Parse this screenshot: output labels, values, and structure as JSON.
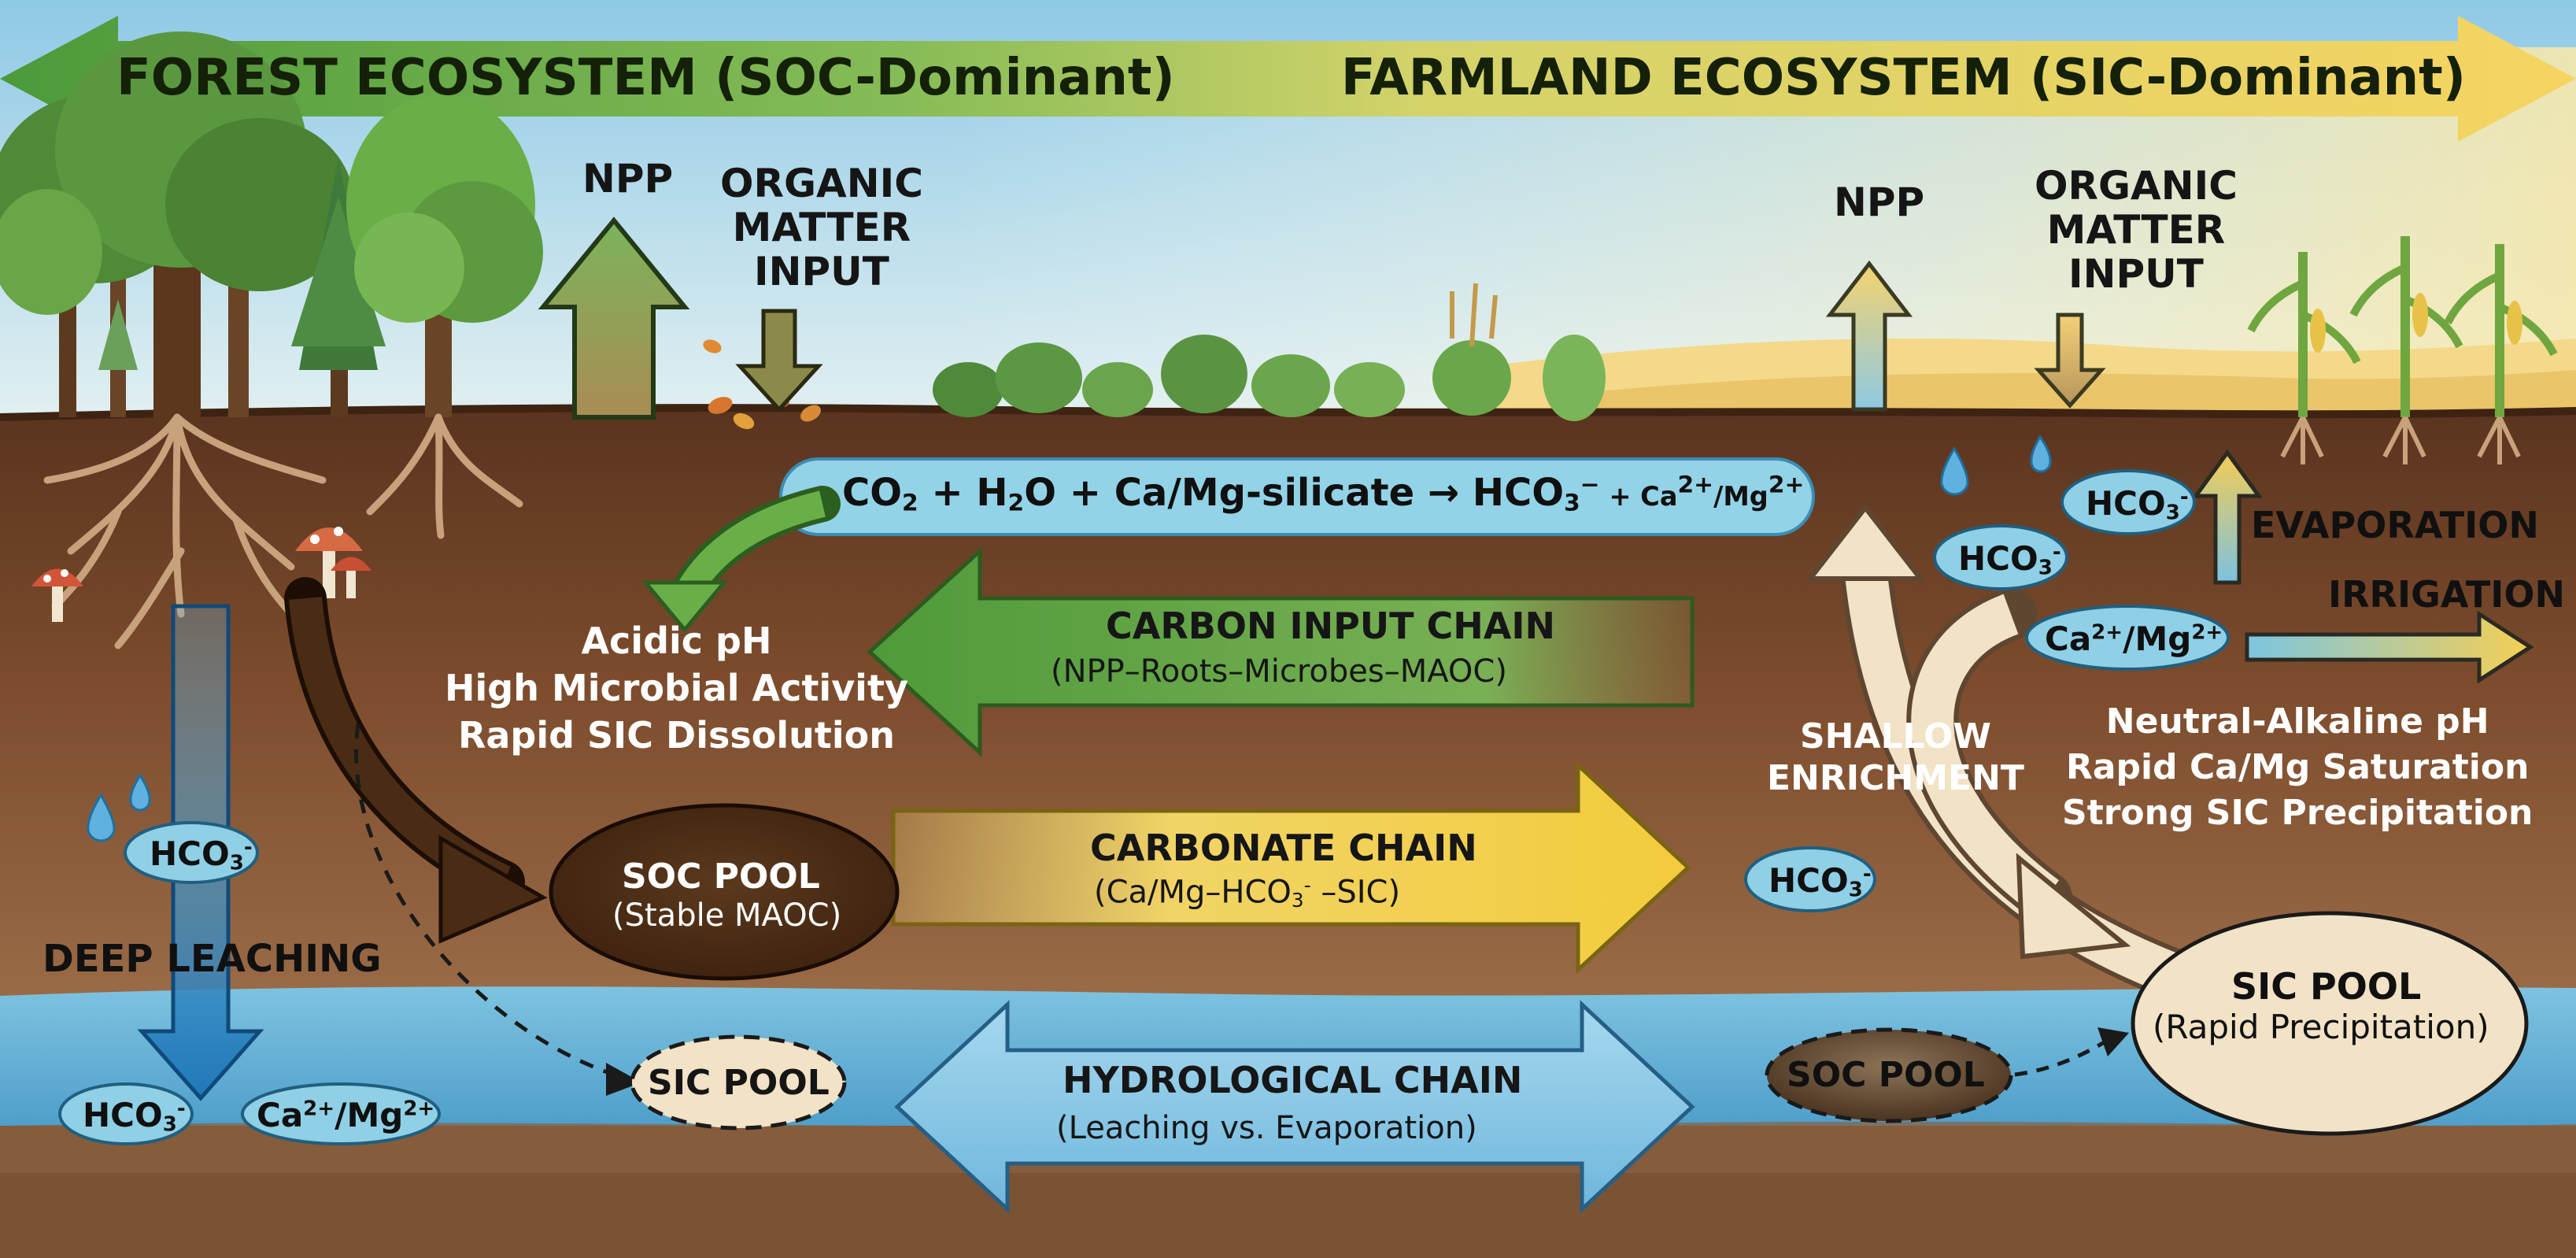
{
  "colors": {
    "forest_green": "#5f9a3b",
    "farm_yellow": "#f2cd5a",
    "soil_brown": "#6b4126",
    "water_blue": "#6bb6d6",
    "ion_fill": "#8fd0e6",
    "soc_pool_fill": "#4a2c14",
    "sic_pool_fill": "#f2e2c6"
  },
  "icons": [
    "tree-icon",
    "mushroom-icon",
    "water-drop-icon",
    "corn-plant-icon",
    "fallen-leaves-icon",
    "shrub-icon"
  ],
  "banner": {
    "left": "FOREST ECOSYSTEM (SOC-Dominant)",
    "right": "FARMLAND ECOSYSTEM (SIC-Dominant)"
  },
  "forest": {
    "npp": "NPP",
    "organic_input": "ORGANIC\nMATTER\nINPUT",
    "conditions": "Acidic pH\nHigh Microbial Activity\nRapid SIC Dissolution",
    "deep_leaching": "DEEP LEACHING",
    "hco3": "HCO",
    "cation": "Ca",
    "soc_pool": {
      "title": "SOC POOL",
      "subtitle": "(Stable MAOC)"
    },
    "sic_pool": "SIC POOL"
  },
  "reaction": {
    "co2": "CO",
    "plus_h2o": " + H",
    "o": "O + Ca/Mg-silicate → HCO",
    "minus": "−",
    "plus_ca": " + Ca",
    "tail": "/Mg"
  },
  "chains": {
    "carbon_input": {
      "title": "CARBON INPUT CHAIN",
      "subtitle": "(NPP–Roots–Microbes–MAOC)"
    },
    "carbonate": {
      "title": "CARBONATE CHAIN",
      "subtitle_a": "(Ca/Mg–HCO",
      "subtitle_b": " –SIC)"
    },
    "hydrological": {
      "title": "HYDROLOGICAL CHAIN",
      "subtitle": "(Leaching vs. Evaporation)"
    }
  },
  "farmland": {
    "npp": "NPP",
    "organic_input": "ORGANIC\nMATTER\nINPUT",
    "evaporation": "EVAPORATION",
    "irrigation": "IRRIGATION",
    "shallow": "SHALLOW\nENRICHMENT",
    "conditions": "Neutral-Alkaline pH\nRapid Ca/Mg Saturation\nStrong SIC Precipitation",
    "soc_pool": "SOC POOL",
    "sic_pool": {
      "title": "SIC POOL",
      "subtitle": "(Rapid Precipitation)"
    }
  },
  "ions": {
    "hco3_base": "HCO",
    "hco3_sub": "3",
    "hco3_sup": "-",
    "ca_base": "Ca",
    "ca_sup": "2+",
    "mg": "/Mg",
    "mg_sup": "2+"
  }
}
